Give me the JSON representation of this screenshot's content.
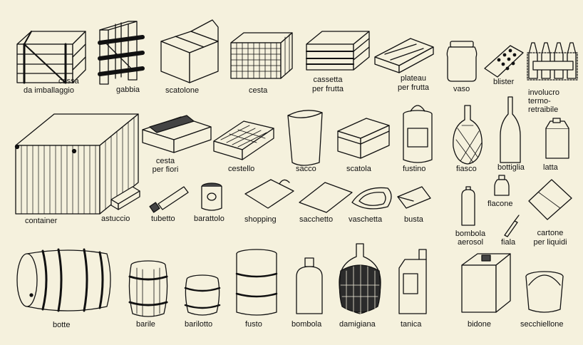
{
  "colors": {
    "background": "#f5f1dd",
    "ink": "#111111"
  },
  "labels": {
    "cassa": [
      "cassa",
      "da imballaggio"
    ],
    "gabbia": "gabbia",
    "scatolone": "scatolone",
    "cesta": "cesta",
    "cassetta": [
      "cassetta",
      "per frutta"
    ],
    "plateau": [
      "plateau",
      "per frutta"
    ],
    "vaso": "vaso",
    "blister": "blister",
    "involucro": [
      "involucro",
      "termo-",
      "retraibile"
    ],
    "container": "container",
    "cesta_fiori": [
      "cesta",
      "per fiori"
    ],
    "cestello": "cestello",
    "sacco": "sacco",
    "scatola": "scatola",
    "fustino": "fustino",
    "fiasco": "fiasco",
    "bottiglia": "bottiglia",
    "latta": "latta",
    "astuccio": "astuccio",
    "tubetto": "tubetto",
    "barattolo": "barattolo",
    "shopping": "shopping",
    "sacchetto": "sacchetto",
    "vaschetta": "vaschetta",
    "busta": "busta",
    "flacone": "flacone",
    "bombola_aerosol": [
      "bombola",
      "aerosol"
    ],
    "fiala": "fiala",
    "cartone": [
      "cartone",
      "per liquidi"
    ],
    "botte": "botte",
    "barile": "barile",
    "barilotto": "barilotto",
    "fusto": "fusto",
    "bombola": "bombola",
    "damigiana": "damigiana",
    "tanica": "tanica",
    "bidone": "bidone",
    "secchiellone": "secchiellone"
  }
}
